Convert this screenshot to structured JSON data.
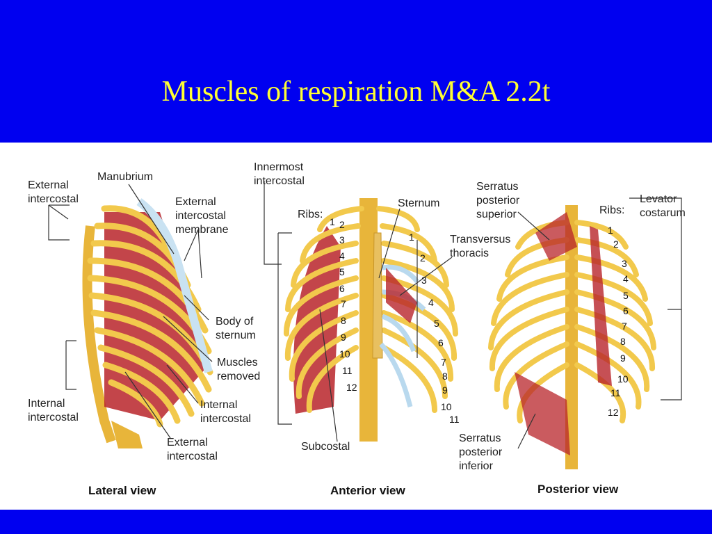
{
  "slide": {
    "title": "Muscles of respiration M&A 2.2t"
  },
  "lateral": {
    "view": "Lateral view",
    "labels": {
      "external_intercostal_top": "External\nintercostal",
      "manubrium": "Manubrium",
      "external_intercostal_membrane": "External\nintercostal\nmembrane",
      "body_of_sternum": "Body of\nsternum",
      "muscles_removed": "Muscles\nremoved",
      "internal_intercostal_left": "Internal\nintercostal",
      "internal_intercostal_right": "Internal\nintercostal",
      "external_intercostal_bottom": "External\nintercostal"
    }
  },
  "anterior": {
    "view": "Anterior view",
    "labels": {
      "innermost_intercostal": "Innermost\nintercostal",
      "ribs": "Ribs:",
      "sternum": "Sternum",
      "transversus_thoracis": "Transversus\nthoracis",
      "subcostal": "Subcostal"
    },
    "rib_numbers_left": [
      "1",
      "2",
      "3",
      "4",
      "5",
      "6",
      "7",
      "8",
      "9",
      "10",
      "11",
      "12"
    ],
    "rib_numbers_right": [
      "1",
      "2",
      "3",
      "4",
      "5",
      "6",
      "7",
      "8",
      "9",
      "10",
      "11"
    ]
  },
  "posterior": {
    "view": "Posterior view",
    "labels": {
      "serratus_superior": "Serratus\nposterior\nsuperior",
      "ribs": "Ribs:",
      "levator_costarum": "Levator\ncostarum",
      "serratus_inferior": "Serratus\nposterior\ninferior"
    },
    "rib_numbers": [
      "1",
      "2",
      "3",
      "4",
      "5",
      "6",
      "7",
      "8",
      "9",
      "10",
      "11",
      "12"
    ]
  },
  "colors": {
    "bone": "#f2c94c",
    "bone_edge": "#c7952a",
    "muscle": "#b8242a",
    "cartilage": "#b9d9ee",
    "background": "#0000f0",
    "title": "#ffff33"
  }
}
